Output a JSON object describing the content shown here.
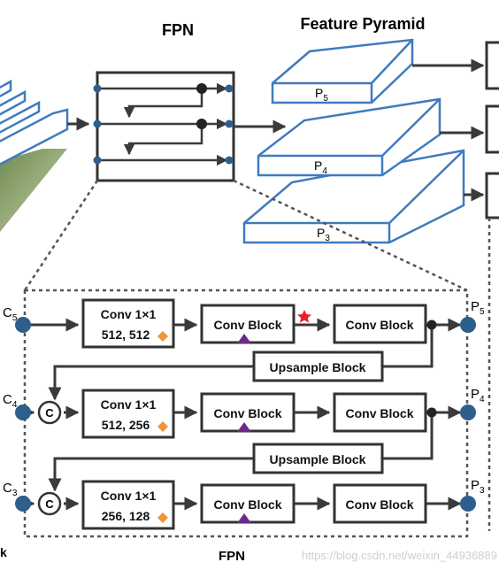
{
  "top": {
    "fpn_title": "FPN",
    "pyramid_title": "Feature Pyramid",
    "p5": "P",
    "p5_sub": "5",
    "p4": "P",
    "p4_sub": "4",
    "p3": "P",
    "p3_sub": "3"
  },
  "bottom": {
    "caption": "FPN",
    "left_cut_text": "k",
    "c5": "C",
    "c5_sub": "5",
    "c4": "C",
    "c4_sub": "4",
    "c3": "C",
    "c3_sub": "3",
    "out_p5": "P",
    "out_p5_sub": "5",
    "out_p4": "P",
    "out_p4_sub": "4",
    "out_p3": "P",
    "out_p3_sub": "3",
    "concat_symbol": "C",
    "rows": [
      {
        "conv1x1_line1": "Conv 1×1",
        "conv1x1_line2": "512, 512",
        "block_a": "Conv Block",
        "block_b": "Conv Block"
      },
      {
        "conv1x1_line1": "Conv 1×1",
        "conv1x1_line2": "512, 256",
        "block_a": "Conv Block",
        "block_b": "Conv Block"
      },
      {
        "conv1x1_line1": "Conv 1×1",
        "conv1x1_line2": "256, 128",
        "block_a": "Conv Block",
        "block_b": "Conv Block"
      }
    ],
    "upsample_1": "Upsample Block",
    "upsample_2": "Upsample Block"
  },
  "watermark": "https://blog.csdn.net/weixin_44936889",
  "colors": {
    "node_blue": "#2e5f8c",
    "slab_stroke": "#3f7bbf",
    "diamond": "#f0943c",
    "triangle": "#6a2a8c",
    "star": "#e8202a",
    "line": "#3a3a3a",
    "dash": "#555555"
  }
}
